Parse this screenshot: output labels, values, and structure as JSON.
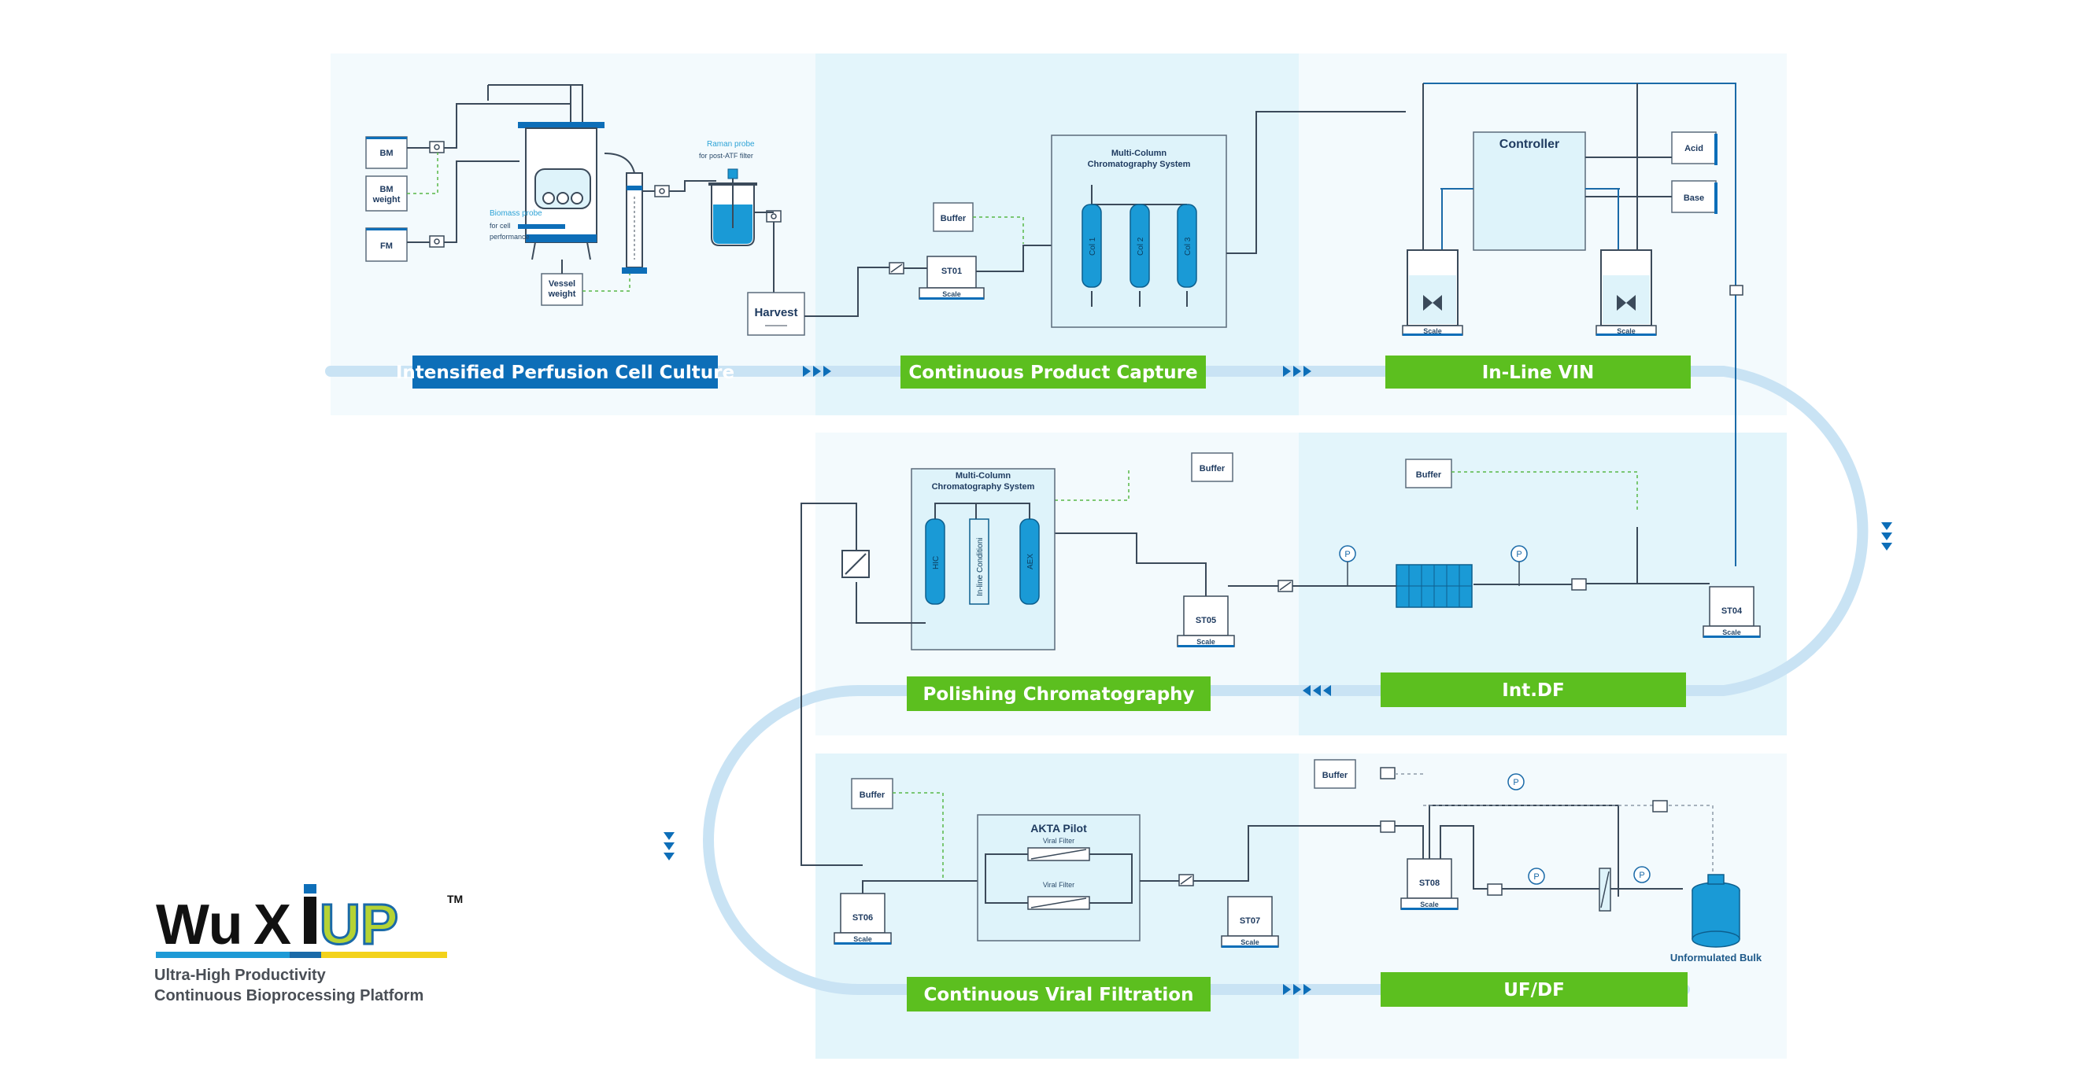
{
  "stages": {
    "s1": "Intensified Perfusion Cell Culture",
    "s2": "Continuous Product Capture",
    "s3": "In-Line VIN",
    "s4": "Int.DF",
    "s5": "Polishing Chromatography",
    "s6": "Continuous Viral Filtration",
    "s7": "UF/DF"
  },
  "culture": {
    "bm": "BM",
    "bm_weight_1": "BM",
    "bm_weight_2": "weight",
    "fm": "FM",
    "biomass_1": "Biomass probe",
    "biomass_2": "for cell",
    "biomass_3": "performance",
    "raman_1": "Raman probe",
    "raman_2": "for post-ATF filter",
    "vessel_1": "Vessel",
    "vessel_2": "weight",
    "harvest": "Harvest"
  },
  "capture": {
    "buffer": "Buffer",
    "st01": "ST01",
    "scale": "Scale",
    "mccs_1": "Multi-Column",
    "mccs_2": "Chromatography System",
    "col1": "Col 1",
    "col2": "Col 2",
    "col3": "Col 3"
  },
  "vin": {
    "controller": "Controller",
    "acid": "Acid",
    "base": "Base",
    "scale": "Scale"
  },
  "intdf": {
    "buffer": "Buffer",
    "st04": "ST04",
    "st05": "ST05",
    "scale": "Scale",
    "p": "P"
  },
  "polishing": {
    "mccs_1": "Multi-Column",
    "mccs_2": "Chromatography System",
    "hic": "HIC",
    "inline": "In-line Conditioni",
    "aex": "AEX",
    "buffer": "Buffer"
  },
  "viral": {
    "buffer": "Buffer",
    "akta": "AKTA Pilot",
    "vf1": "Viral Filter",
    "vf2": "Viral Filter",
    "st06": "ST06",
    "st07": "ST07",
    "scale": "Scale"
  },
  "ufdf": {
    "buffer": "Buffer",
    "st08": "ST08",
    "scale": "Scale",
    "bulk": "Unformulated Bulk",
    "p": "P"
  },
  "logo": {
    "wu": "Wu",
    "x": "X",
    "up": "UP",
    "tm": "TM",
    "line1": "Ultra-High Productivity",
    "line2": "Continuous Bioprocessing Platform"
  },
  "colors": {
    "blue": "#0d6eb8",
    "green": "#5cbf1f",
    "pipe": "#c9e3f4",
    "panel": "#e3f5fb"
  }
}
